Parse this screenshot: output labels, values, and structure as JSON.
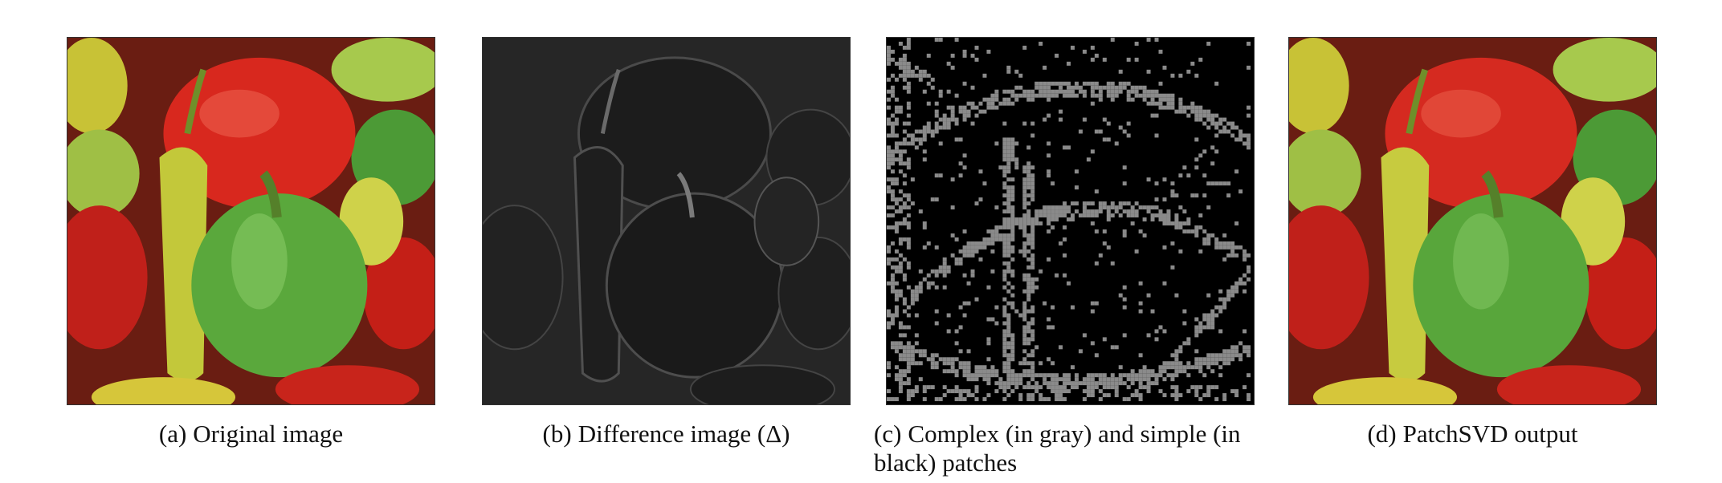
{
  "figure": {
    "panels": [
      {
        "id": "a",
        "label": "(a)",
        "caption": "Original image",
        "image_description_icon": "peppers-original-image"
      },
      {
        "id": "b",
        "label": "(b)",
        "caption": "Difference image (Δ)",
        "image_description_icon": "peppers-difference-image"
      },
      {
        "id": "c",
        "label": "(c)",
        "caption": "Complex (in gray) and simple (in black) patches",
        "image_description_icon": "patch-classification-map"
      },
      {
        "id": "d",
        "label": "(d)",
        "caption": "PatchSVD output",
        "image_description_icon": "peppers-patchsvd-output"
      }
    ]
  },
  "colors": {
    "complex_patch": "#8a8a8a",
    "simple_patch": "#000000",
    "red_pepper": "#d8281e",
    "green_pepper": "#5aa83c",
    "yellow_pepper": "#c9cc3a"
  }
}
